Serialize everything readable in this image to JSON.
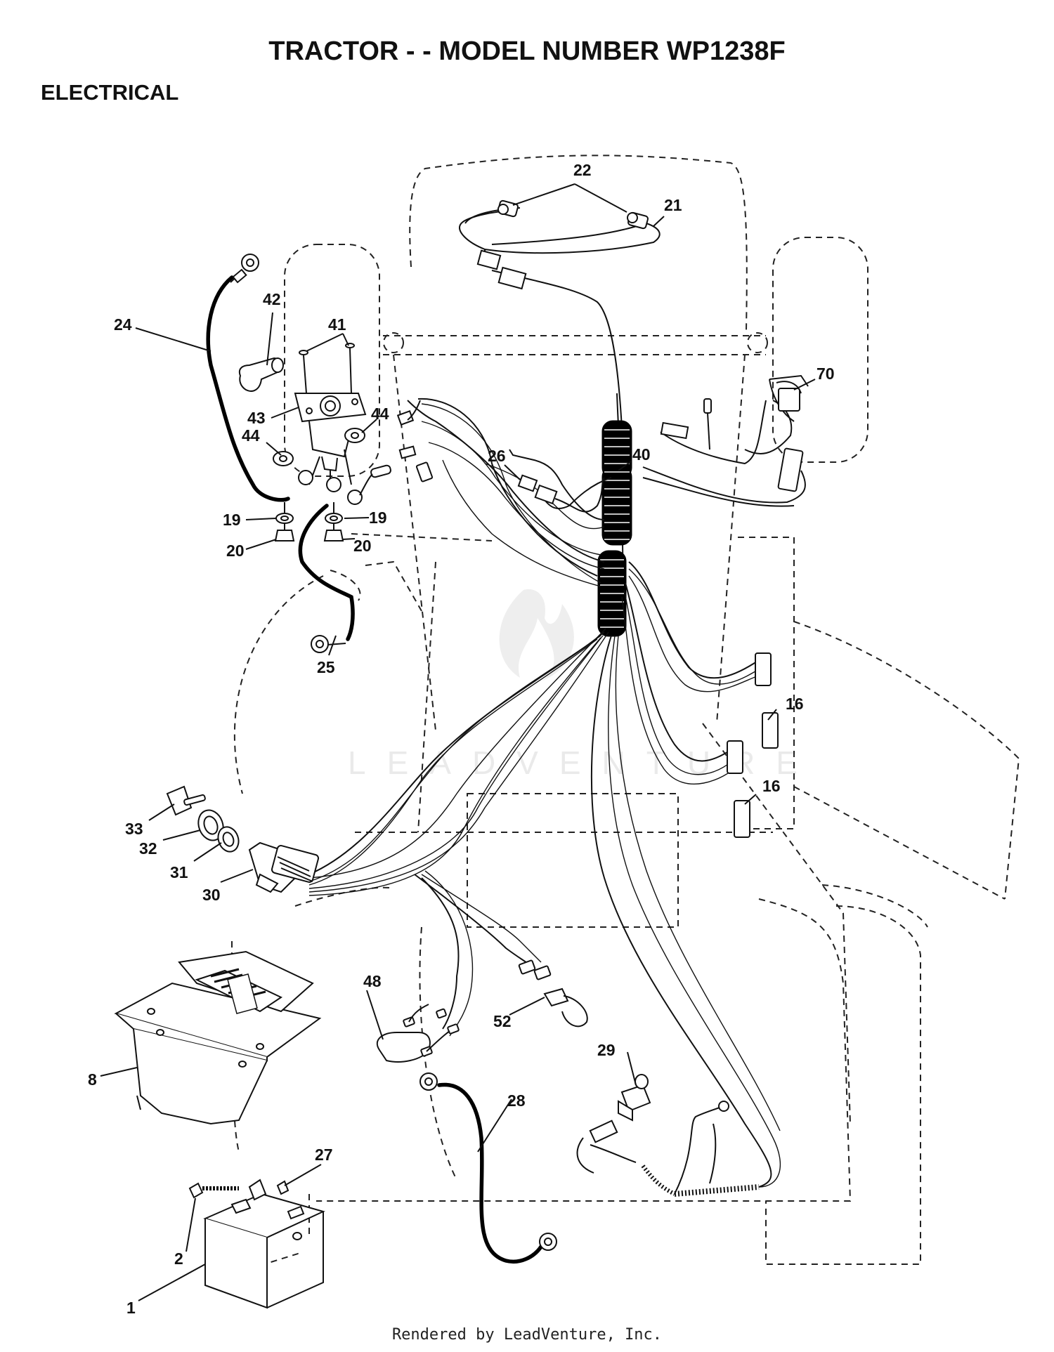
{
  "page": {
    "title": "TRACTOR - - MODEL NUMBER WP1238F",
    "section": "ELECTRICAL",
    "footer": "Rendered by LeadVenture, Inc.",
    "watermark": "LEADVENTURE"
  },
  "callouts": [
    "1",
    "2",
    "8",
    "16",
    "16",
    "19",
    "19",
    "20",
    "20",
    "21",
    "22",
    "24",
    "25",
    "26",
    "27",
    "28",
    "29",
    "30",
    "31",
    "32",
    "33",
    "40",
    "41",
    "42",
    "43",
    "44",
    "44",
    "48",
    "52",
    "70"
  ],
  "colors": {
    "ink": "#111111",
    "background": "#ffffff",
    "watermark": "#e8e8e8"
  }
}
